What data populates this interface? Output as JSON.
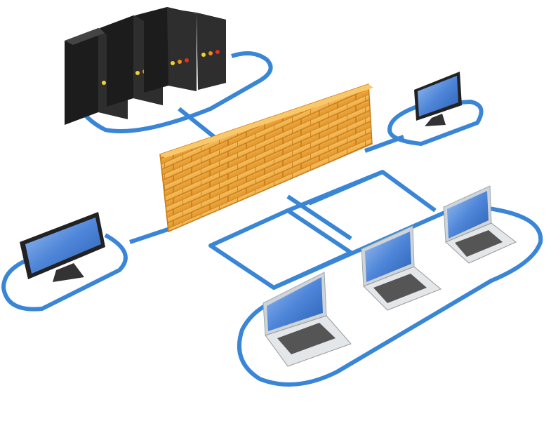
{
  "scene": {
    "subject": "network-firewall-illustration",
    "colors": {
      "background": "#ffffff",
      "cable": "#3a86d6",
      "cable_dark": "#1f5fa8",
      "brick": "#f2a93b",
      "brick_dark": "#c77a17",
      "server": "#1c1c1c",
      "screen": "#4f86d9",
      "laptop_body": "#d9dde2"
    },
    "icons": [
      "server-rack-icon",
      "firewall-icon",
      "monitor-icon",
      "laptop-icon"
    ],
    "devices": {
      "servers": 4,
      "monitors": 2,
      "laptops": 3
    }
  }
}
